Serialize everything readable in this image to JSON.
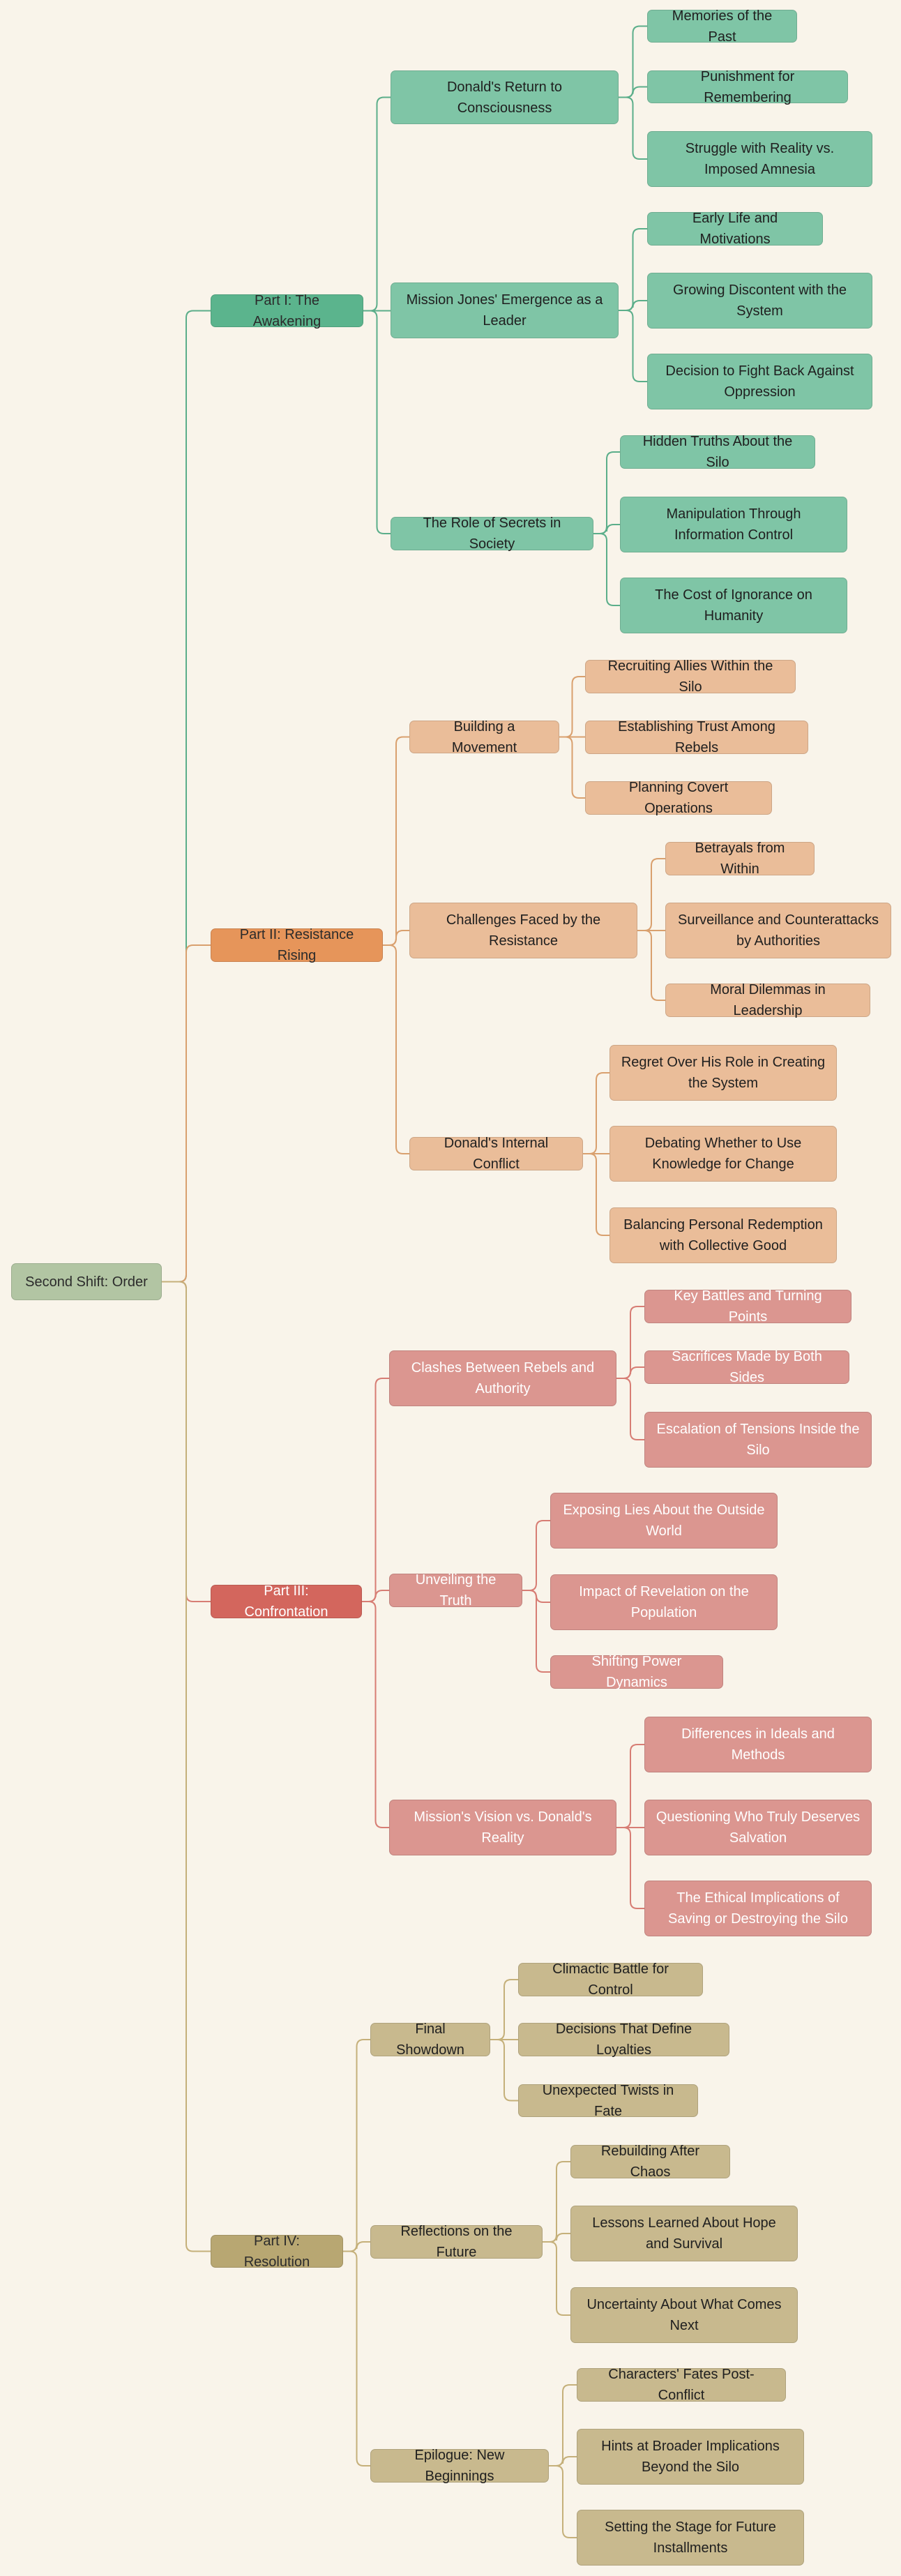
{
  "root": "Second Shift: Order",
  "colors": {
    "background": "#f9f4ea",
    "root": "#b2c5a3",
    "part1": "#5bb48d",
    "part1_light": "#7fc5a6",
    "part1_line": "#5bae8a",
    "part2": "#e6955a",
    "part2_light": "#eabd99",
    "part2_line": "#d9a06e",
    "part3": "#d3665d",
    "part3_light": "#db9690",
    "part3_line": "#d77d74",
    "part4": "#b8a772",
    "part4_light": "#c8b98e",
    "part4_line": "#c5b07a"
  },
  "parts": [
    {
      "label": "Part I: The Awakening",
      "children": [
        {
          "label": "Donald's Return to Consciousness",
          "children": [
            "Memories of the Past",
            "Punishment for Remembering",
            "Struggle with Reality vs. Imposed Amnesia"
          ]
        },
        {
          "label": "Mission Jones' Emergence as a Leader",
          "children": [
            "Early Life and Motivations",
            "Growing Discontent with the System",
            "Decision to Fight Back Against Oppression"
          ]
        },
        {
          "label": "The Role of Secrets in Society",
          "children": [
            "Hidden Truths About the Silo",
            "Manipulation Through Information Control",
            "The Cost of Ignorance on Humanity"
          ]
        }
      ]
    },
    {
      "label": "Part II: Resistance Rising",
      "children": [
        {
          "label": "Building a Movement",
          "children": [
            "Recruiting Allies Within the Silo",
            "Establishing Trust Among Rebels",
            "Planning Covert Operations"
          ]
        },
        {
          "label": "Challenges Faced by the Resistance",
          "children": [
            "Betrayals from Within",
            "Surveillance and Counterattacks by Authorities",
            "Moral Dilemmas in Leadership"
          ]
        },
        {
          "label": "Donald's Internal Conflict",
          "children": [
            "Regret Over His Role in Creating the System",
            "Debating Whether to Use Knowledge for Change",
            "Balancing Personal Redemption with Collective Good"
          ]
        }
      ]
    },
    {
      "label": "Part III: Confrontation",
      "children": [
        {
          "label": "Clashes Between Rebels and Authority",
          "children": [
            "Key Battles and Turning Points",
            "Sacrifices Made by Both Sides",
            "Escalation of Tensions Inside the Silo"
          ]
        },
        {
          "label": "Unveiling the Truth",
          "children": [
            "Exposing Lies About the Outside World",
            "Impact of Revelation on the Population",
            "Shifting Power Dynamics"
          ]
        },
        {
          "label": "Mission's Vision vs. Donald's Reality",
          "children": [
            "Differences in Ideals and Methods",
            "Questioning Who Truly Deserves Salvation",
            "The Ethical Implications of Saving or Destroying the Silo"
          ]
        }
      ]
    },
    {
      "label": "Part IV: Resolution",
      "children": [
        {
          "label": "Final Showdown",
          "children": [
            "Climactic Battle for Control",
            "Decisions That Define Loyalties",
            "Unexpected Twists in Fate"
          ]
        },
        {
          "label": "Reflections on the Future",
          "children": [
            "Rebuilding After Chaos",
            "Lessons Learned About Hope and Survival",
            "Uncertainty About What Comes Next"
          ]
        },
        {
          "label": "Epilogue: New Beginnings",
          "children": [
            "Characters' Fates Post-Conflict",
            "Hints at Broader Implications Beyond the Silo",
            "Setting the Stage for Future Installments"
          ]
        }
      ]
    }
  ]
}
